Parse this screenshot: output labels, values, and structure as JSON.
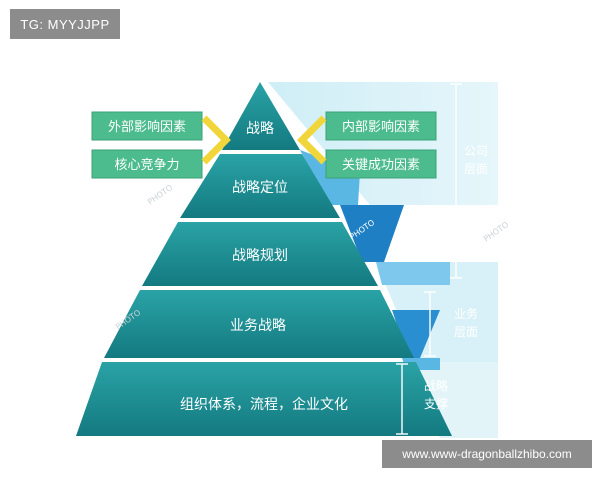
{
  "badge": "TG: MYYJJPP",
  "footer": "www.www-dragonballzhibo.com",
  "pyramid": {
    "levels": [
      {
        "label": "战略"
      },
      {
        "label": "战略定位"
      },
      {
        "label": "战略规划"
      },
      {
        "label": "业务战略"
      },
      {
        "label": "组织体系，流程，企业文化"
      }
    ]
  },
  "left_boxes": [
    "外部影响因素",
    "核心竞争力"
  ],
  "right_boxes": [
    "内部影响因素",
    "关键成功因素"
  ],
  "side_labels": {
    "company": [
      "公司",
      "层面"
    ],
    "business": [
      "业务",
      "层面"
    ],
    "support": [
      "战略",
      "支撑"
    ]
  },
  "watermark": "PHOTO",
  "colors": {
    "teal_dark": "#1b8a8f",
    "teal_light": "#5cc9cf",
    "box_green": "#4cbc8e",
    "arrow_yellow": "#f0d63a",
    "side_blue": "#7ec8ee"
  }
}
